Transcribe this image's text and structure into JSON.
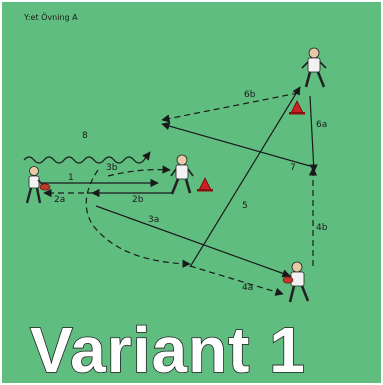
{
  "header": {
    "title": "Y:et Övning A"
  },
  "labels": {
    "l1": "1",
    "l2a": "2a",
    "l2b": "2b",
    "l3a": "3a",
    "l3b": "3b",
    "l4a": "4a",
    "l4b": "4b",
    "l5": "5",
    "l6a": "6a",
    "l6b": "6b",
    "l7": "7",
    "l8": "8"
  },
  "banner": {
    "text": "Variant 1"
  },
  "colors": {
    "pitch": "#60bd80",
    "line": "#1a1a1a",
    "jersey": "#f2f2f2",
    "ball": "#c0392b",
    "cone": "#cc2020",
    "banner_fill": "#ffffff"
  },
  "icons": [
    "player-icon",
    "rugby-ball-icon",
    "cone-icon"
  ]
}
